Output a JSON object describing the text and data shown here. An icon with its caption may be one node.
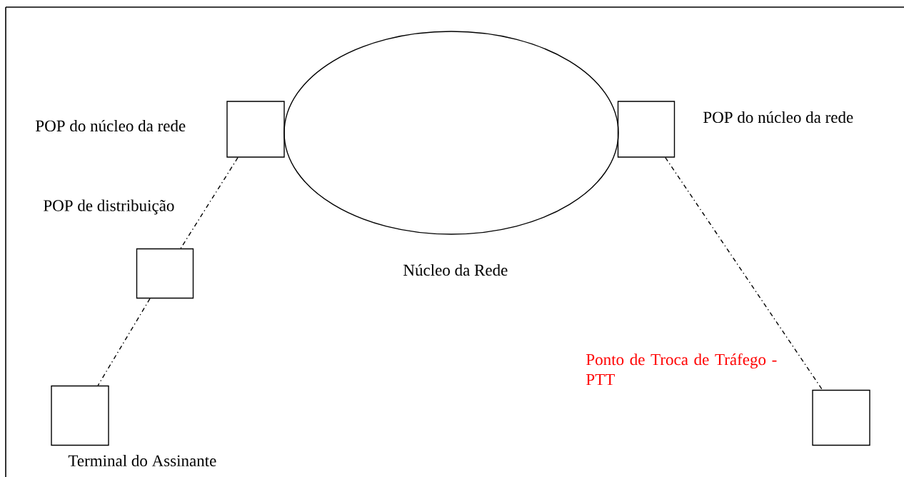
{
  "diagram": {
    "nodes": [
      {
        "text": [],
        "shape": "box",
        "beside": [
          "POP do núcleo da rede"
        ]
      },
      {
        "text": [],
        "shape": "ellipse",
        "beside": [
          "Núcleo da Rede"
        ]
      },
      {
        "text": [],
        "shape": "box",
        "beside": [
          "POP do núcleo da rede"
        ]
      },
      {
        "text": [],
        "shape": "box",
        "beside": [
          "POP de distribuição"
        ]
      },
      {
        "text": [],
        "shape": "box",
        "beside": [
          "Terminal do Assinante"
        ]
      },
      {
        "text": [],
        "shape": "box",
        "beside": [
          "Ponto de Troca de Tráfego - PTT"
        ]
      }
    ],
    "edges": [
      {
        "from": 0,
        "to": 3,
        "arrow": "none",
        "style": "dashed"
      },
      {
        "from": 3,
        "to": 4,
        "arrow": "none",
        "style": "dashed"
      },
      {
        "from": 2,
        "to": 5,
        "arrow": "none",
        "style": "dashed"
      }
    ]
  }
}
